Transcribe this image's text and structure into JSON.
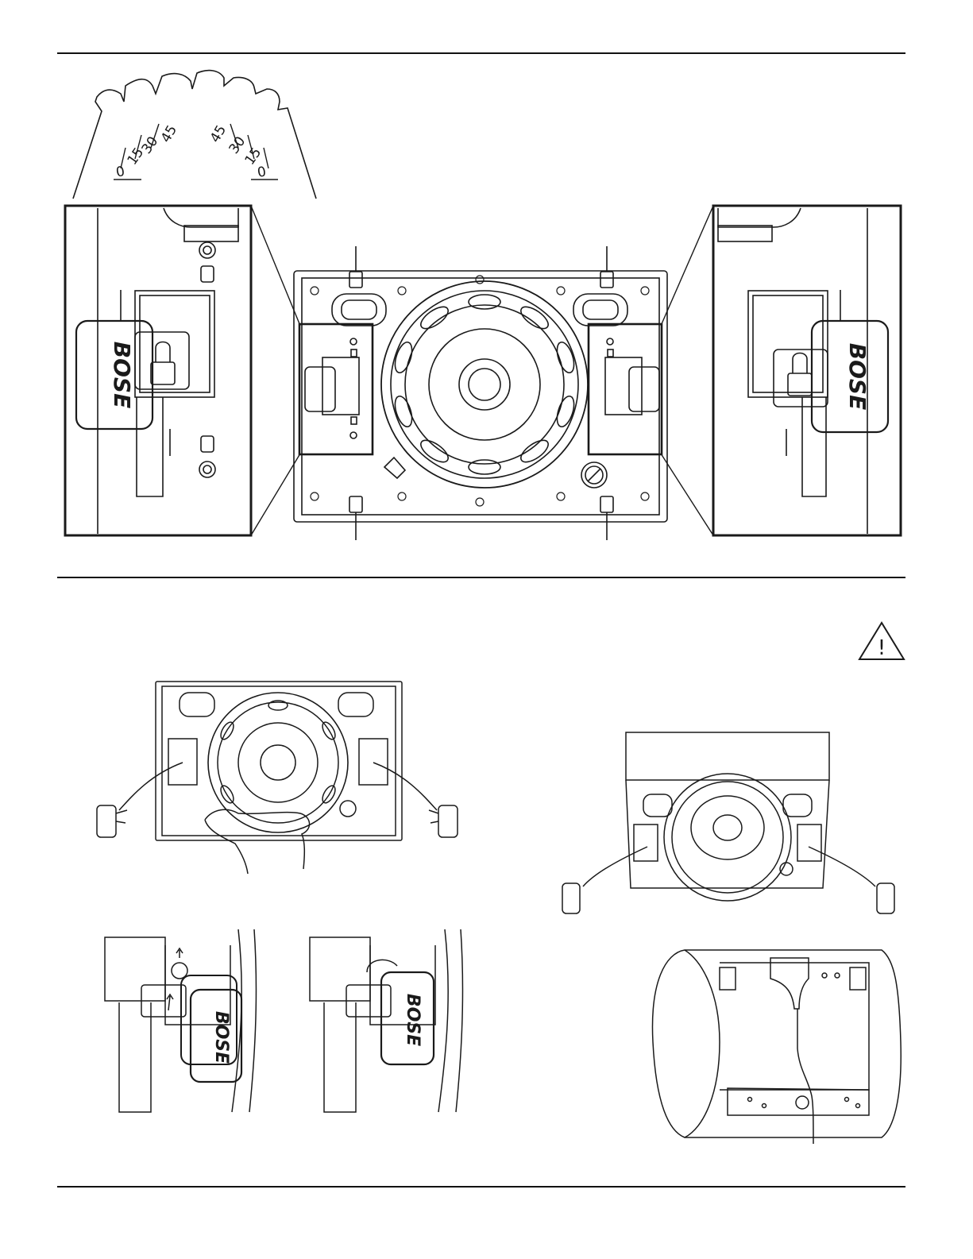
{
  "document": {
    "type": "installation-illustrations",
    "brand": "BOSE"
  },
  "dial": {
    "left_scale": [
      "0",
      "15",
      "30",
      "45"
    ],
    "right_scale": [
      "45",
      "30",
      "15",
      "0"
    ]
  },
  "warning_icon": {
    "symbol": "!"
  },
  "colors": {
    "line": "#1a1a1a",
    "rule": "#111111",
    "background": "#ffffff"
  }
}
